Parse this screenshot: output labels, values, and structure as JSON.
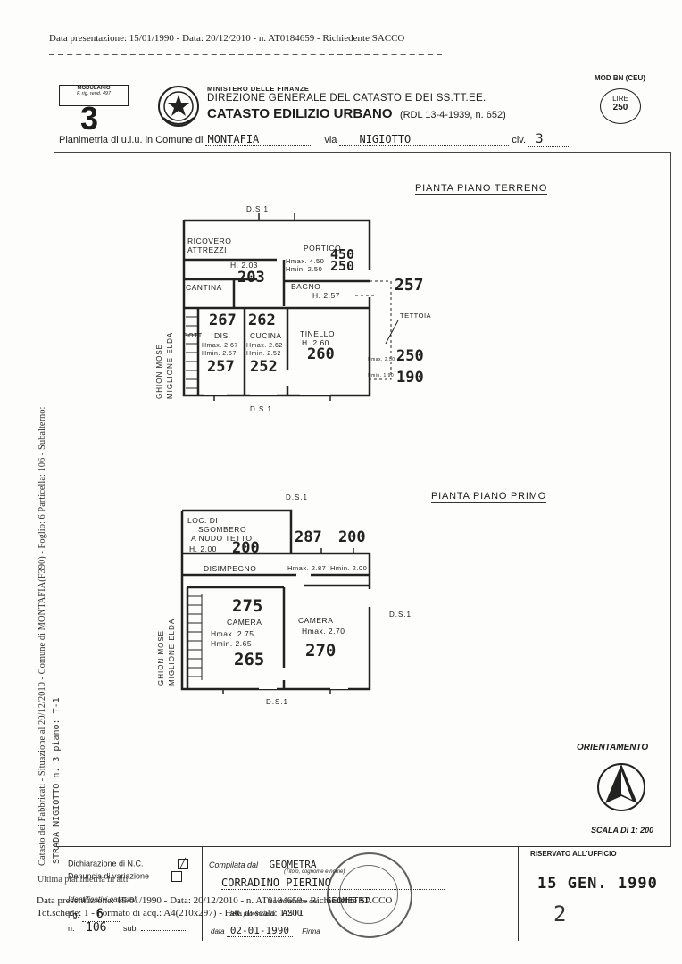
{
  "top_line": "Data presentazione: 15/01/1990 - Data: 20/12/2010 - n. AT0184659 - Richiedente SACCO",
  "header": {
    "modulario": "MODULARIO",
    "modulario_sub": "F. rig. rend. 497",
    "sheet_number": "3",
    "ministry": "MINISTERO DELLE FINANZE",
    "direction": "DIREZIONE GENERALE DEL CATASTO E DEI SS.TT.EE.",
    "catasto": "CATASTO EDILIZIO URBANO",
    "rdl": "(RDL 13-4-1939, n. 652)",
    "mod": "MOD BN (CEU)",
    "lire_label": "LIRE",
    "lire_value": "250"
  },
  "planimetria": {
    "label": "Planimetria di u.i.u. in Comune di",
    "comune": "MONTAFIA",
    "via_label": "via",
    "via": "NIGIOTTO",
    "civ_label": "civ.",
    "civ": "3"
  },
  "ground_floor": {
    "title": "PIANTA PIANO TERRENO",
    "ds_top": "D.S.1",
    "ds_bottom": "D.S.1",
    "side_label_1": "GHION MOSE",
    "side_label_2": "MIGLIONE ELDA",
    "rooms": {
      "ricovero": "RICOVERO",
      "attrezzi": "ATTREZZI",
      "ricovero_h": "H. 2.03",
      "ricovero_num": "203",
      "portico": "PORTICO",
      "portico_hmax": "Hmax. 4.50",
      "portico_hmin": "Hmin. 2.50",
      "portico_num": "450 250",
      "cantina": "CANTINA",
      "bagno": "BAGNO",
      "bagno_h": "H. 2.57",
      "bagno_num": "257",
      "tettoia": "TETTOIA",
      "sott": "SOTT",
      "dis": "DIS.",
      "dis_hmax": "Hmax. 2.67",
      "dis_hmin": "Hmin. 2.57",
      "dis_top_num": "267",
      "dis_bottom_num": "257",
      "cucina": "CUCINA",
      "cucina_hmax": "Hmax. 2.62",
      "cucina_hmin": "Hmin. 2.52",
      "cucina_top_num": "262",
      "cucina_bottom_num": "252",
      "tinello": "TINELLO",
      "tinello_h": "H. 2.60",
      "tinello_num": "260",
      "tettoia_hmax": "Hmax. 2.50",
      "tettoia_hmin": "Hmin. 1.90",
      "tettoia_num_1": "250",
      "tettoia_num_2": "190"
    }
  },
  "first_floor": {
    "title": "PIANTA PIANO PRIMO",
    "ds_top": "D.S.1",
    "ds_right": "D.S.1",
    "ds_bottom": "D.S.1",
    "side_label_1": "GHION MOSE",
    "side_label_2": "MIGLIONE ELDA",
    "rooms": {
      "loc_1": "LOC. DI",
      "loc_2": "SGOMBERO",
      "loc_3": "A NUDO TETTO",
      "loc_h": "H. 2.00",
      "loc_num": "200",
      "disimpegno": "DISIMPEGNO",
      "disimpegno_hmax": "Hmax. 2.87",
      "disimpegno_hmin": "Hmin. 2.00",
      "disimpegno_num": "287 200",
      "camera1": "CAMERA",
      "camera1_hmax": "Hmax. 2.75",
      "camera1_hmin": "Hmin. 2.65",
      "camera1_top_num": "275",
      "camera1_bottom_num": "265",
      "camera2": "CAMERA",
      "camera2_hmax": "Hmax. 2.70",
      "camera2_num": "270"
    }
  },
  "left_margin_text": "Catasto dei Fabbricati - Situazione al 20/12/2010 - Comune di MONTAFIA(F390) - Foglio: 6 Particella: 106 - Subalterno:",
  "margin_scrawl": "STRADA NIGIOTTO n. 3 piano: T-1",
  "orientation": {
    "label": "ORIENTAMENTO",
    "scale": "SCALA DI 1: 200"
  },
  "footer": {
    "dichiarazione": "Dichiarazione di N.C.",
    "denuncia": "Denuncia di variazione",
    "ultima": "Ultima planimetria in atti",
    "identificativi": "Identificativi catastali",
    "foglio_label": "Fg.",
    "foglio": "6",
    "numero_label": "n.",
    "numero": "106",
    "sub_label": "sub.",
    "compilata_label": "Compilata dal",
    "compilata_value": "GEOMETRA",
    "titolo": "(Titolo, cognome e nome)",
    "name": "CORRADINO PIERINO",
    "iscritto_label": "Iscritto all'albo dei",
    "iscritto_value": "GEOMETRI",
    "prov_label": "della provincia di",
    "prov_value": "ASTI",
    "data_label": "data",
    "data_value": "02-01-1990",
    "firma_label": "Firma",
    "riservato": "RISERVATO ALL'UFFICIO",
    "stamp_date": "15 GEN. 1990",
    "stamp_num": "2"
  },
  "bottom_lines": {
    "line1": "Data presentazione: 15/01/1990 - Data: 20/12/2010 - n. AT0184659 - Richiedente SACCO",
    "line2": "Tot.schede: 1 - Formato di acq.: A4(210x297) - Fatt. di scala: 1:200"
  }
}
